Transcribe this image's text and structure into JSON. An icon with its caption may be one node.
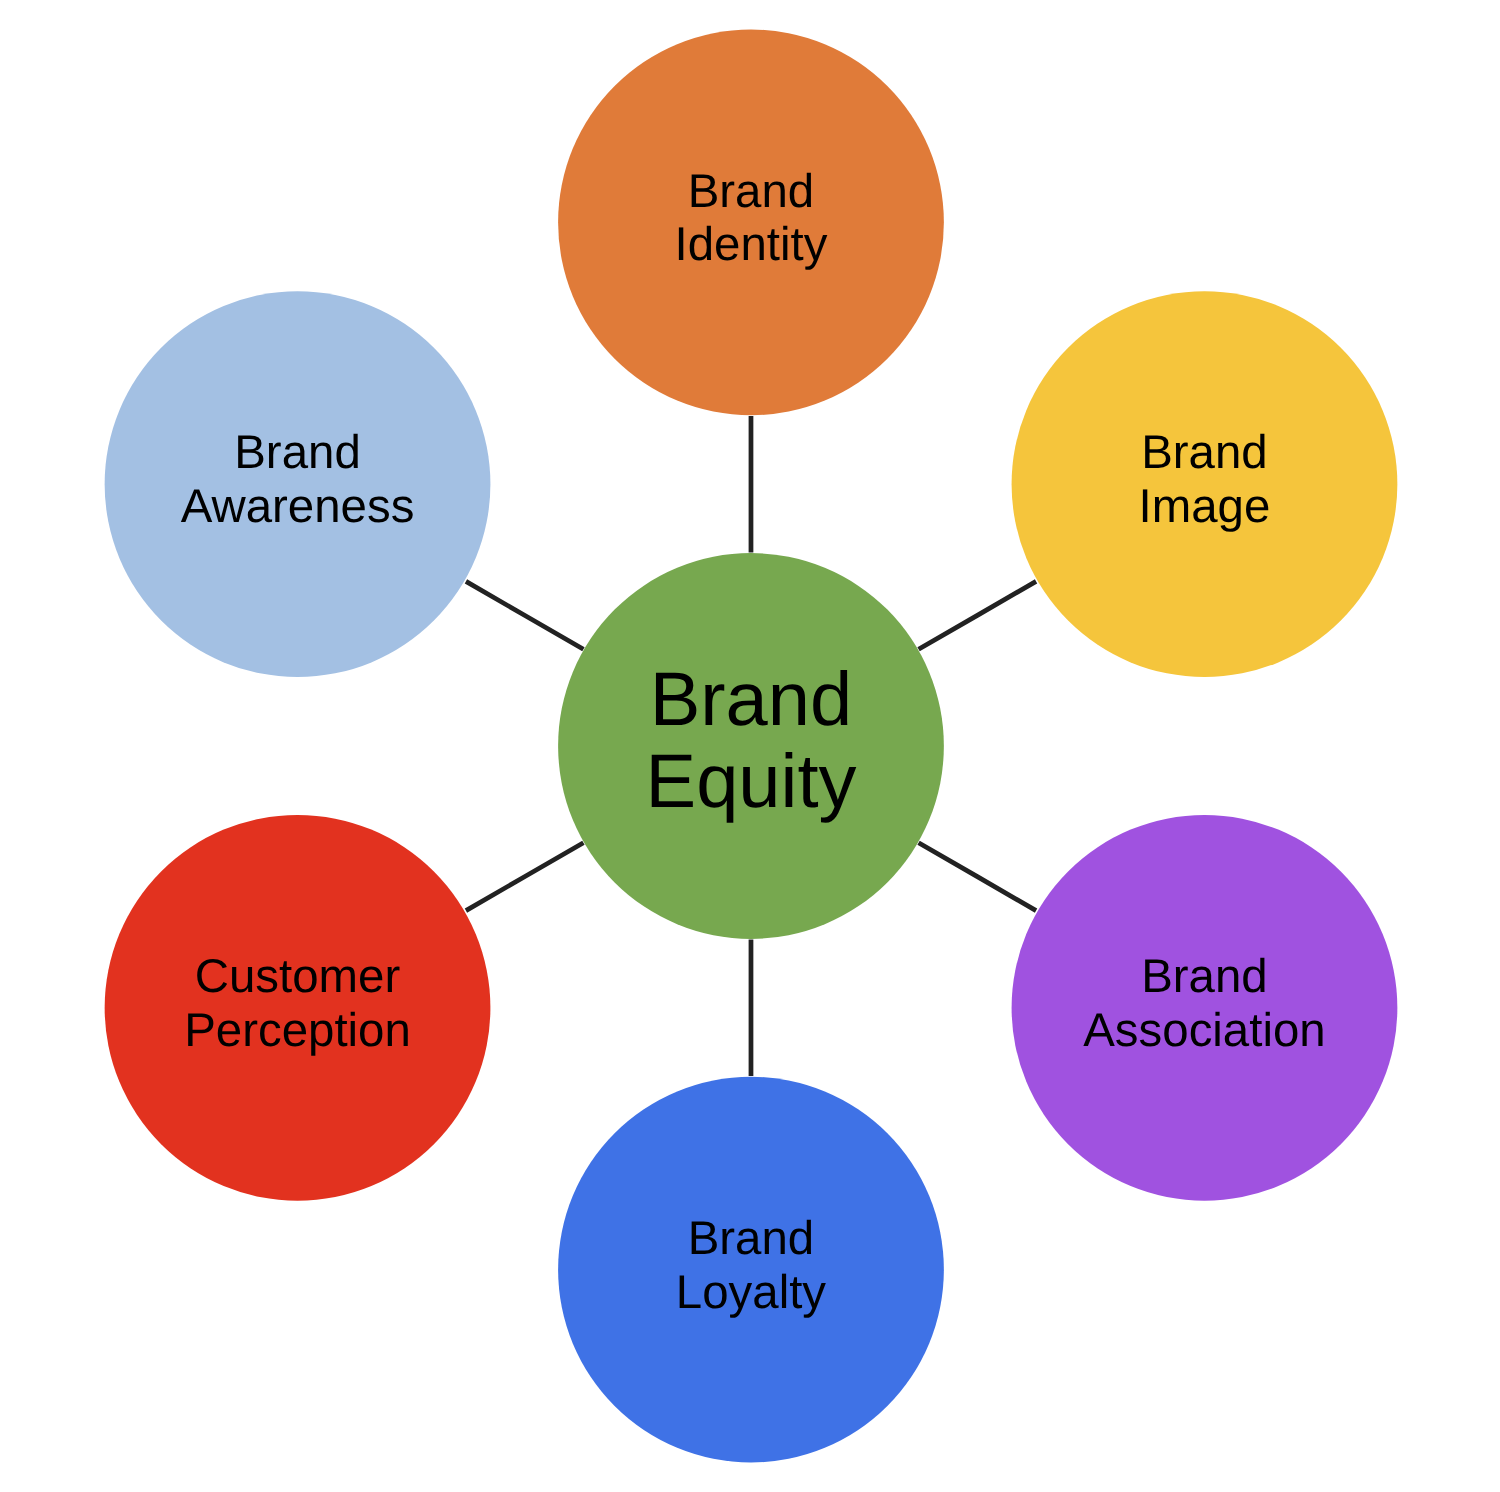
{
  "diagram": {
    "nodes": [
      {
        "text": [
          "Brand Equity"
        ]
      },
      {
        "text": [
          "Brand Image"
        ]
      },
      {
        "text": [
          "Brand Identity"
        ]
      },
      {
        "text": [
          "Brand Awareness"
        ]
      },
      {
        "text": [
          "Customer Perception"
        ]
      },
      {
        "text": [
          "Brand Loyalty"
        ]
      },
      {
        "text": [
          "Brand Association"
        ]
      }
    ],
    "edges": [
      {
        "from": 0,
        "to": 1,
        "arrow": "none"
      },
      {
        "from": 0,
        "to": 2,
        "arrow": "none"
      },
      {
        "from": 0,
        "to": 3,
        "arrow": "none"
      },
      {
        "from": 0,
        "to": 4,
        "arrow": "none"
      },
      {
        "from": 0,
        "to": 5,
        "arrow": "none"
      },
      {
        "from": 0,
        "to": 6,
        "arrow": "none"
      }
    ]
  }
}
